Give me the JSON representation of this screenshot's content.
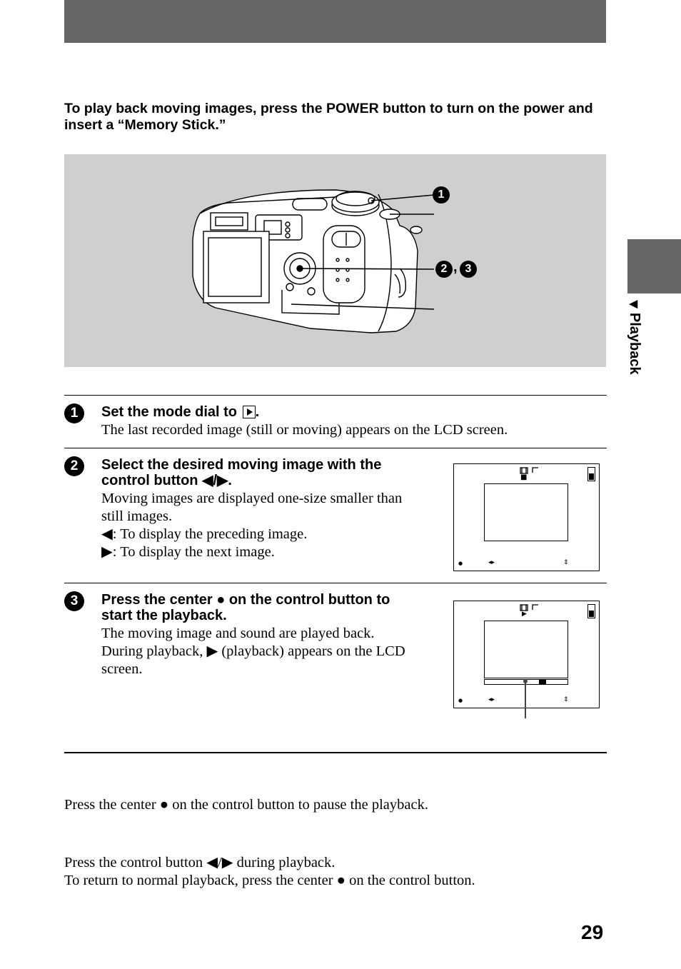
{
  "intro": "To play back moving images, press the POWER button to turn on the power and insert a “Memory Stick.”",
  "callouts": {
    "c1": "1",
    "c2": "2",
    "c3": "3",
    "comma": ","
  },
  "side_tab": {
    "label": "Playback",
    "arrow": "▼"
  },
  "steps": [
    {
      "number": "1",
      "heading_before": "Set the mode dial to ",
      "heading_after": ".",
      "lines": [
        "The last recorded image (still or moving) appears on the LCD screen."
      ]
    },
    {
      "number": "2",
      "heading": [
        "Select the desired moving image with the",
        "control button ◀/▶."
      ],
      "lines": [
        "Moving images are displayed one-size smaller than",
        "still images.",
        "◀: To display the preceding image.",
        "▶: To display the next image."
      ]
    },
    {
      "number": "3",
      "heading": [
        "Press the center ● on the control button to",
        "start the playback."
      ],
      "lines": [
        "The moving image and sound are played back.",
        "During playback, ▶ (playback) appears on the LCD",
        "screen."
      ]
    }
  ],
  "lcd_icons": {
    "stop": "■",
    "play": "▶",
    "dot": "●",
    "lr": "◂▸",
    "ud": "⇕"
  },
  "pause_text": "Press the center ● on the control button to pause the playback.",
  "ff_lines": [
    "Press the control button ◀/▶ during playback.",
    "To return to normal playback, press the center ● on the control button."
  ],
  "page_number": "29"
}
